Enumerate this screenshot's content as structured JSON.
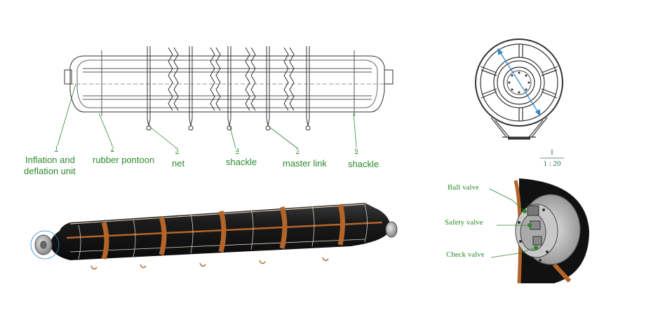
{
  "callouts": [
    {
      "num": "1",
      "line1": "Inflation and",
      "line2": "deflation unit"
    },
    {
      "num": "2",
      "line1": "rubber pontoon"
    },
    {
      "num": "3",
      "line1": "net"
    },
    {
      "num": "4",
      "line1": "shackle"
    },
    {
      "num": "5",
      "line1": "master link"
    },
    {
      "num": "6",
      "line1": "shackle"
    }
  ],
  "section_view": {
    "name": "I",
    "scale": "1 : 20"
  },
  "valves": {
    "ball": "Ball valve",
    "safety": "Safety valve",
    "check": "Check valve"
  },
  "colors": {
    "label_green": "#2c8a2c",
    "rubber": "#1c1c1c",
    "strap": "#b5652a",
    "line": "#333333"
  }
}
